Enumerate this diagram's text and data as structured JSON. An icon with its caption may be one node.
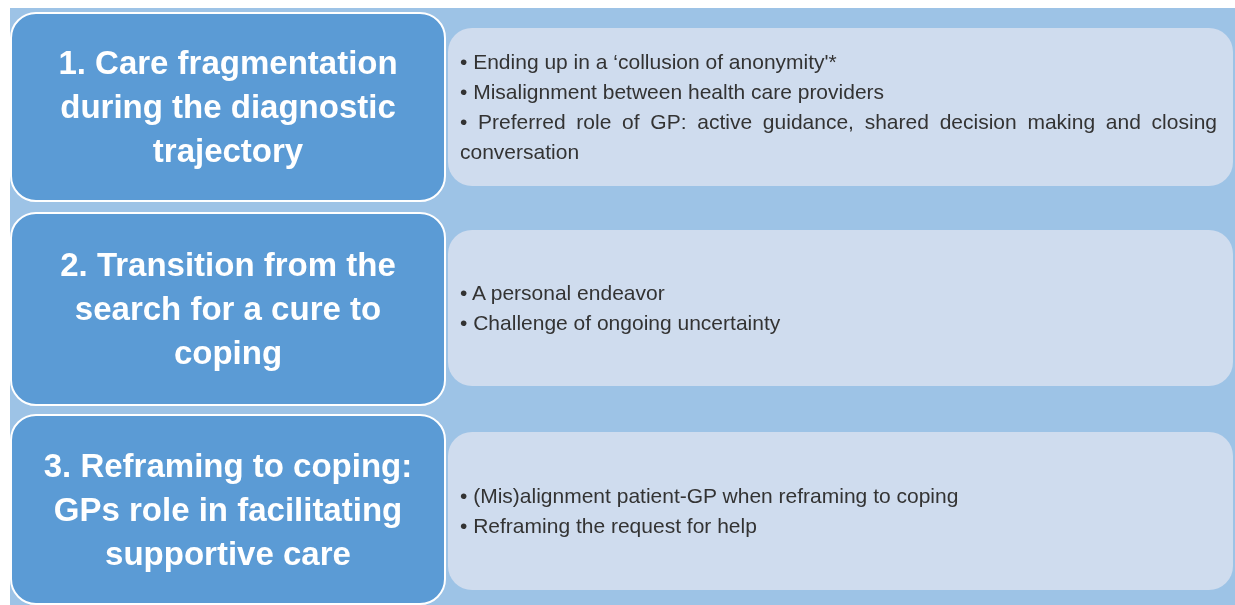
{
  "diagram": {
    "nodes": [
      {
        "text": [
          "1. Care fragmentation during the diagnostic trajectory"
        ]
      },
      {
        "text": [
          "• Ending up in a ‘collusion of anonymity'*",
          "• Misalignment between health care providers",
          "• Preferred role of GP: active guidance, shared decision making and closing conversation"
        ]
      },
      {
        "text": [
          "2. Transition from the search for a cure to coping"
        ]
      },
      {
        "text": [
          "• A personal endeavor",
          "• Challenge of ongoing uncertainty"
        ]
      },
      {
        "text": [
          "3. Reframing to coping: GPs role in facilitating supportive care"
        ]
      },
      {
        "text": [
          "• (Mis)alignment patient-GP when reframing to coping",
          "• Reframing the request for help"
        ]
      }
    ]
  }
}
